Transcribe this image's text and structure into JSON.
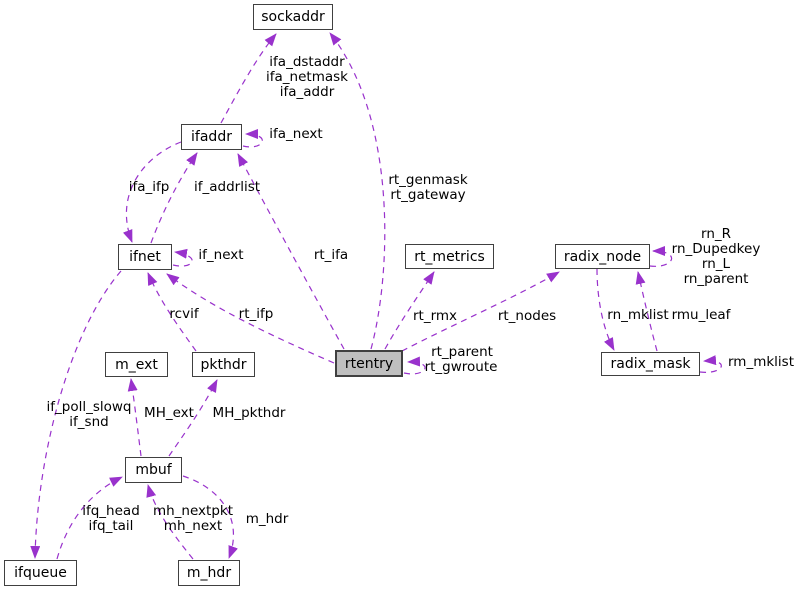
{
  "colors": {
    "edge_color": "#9932cc",
    "node_border": "#404040",
    "node_fill": "#ffffff",
    "highlight_fill": "#bfbfbf",
    "text_color": "#000000"
  },
  "nodes": {
    "sockaddr": {
      "label": "sockaddr"
    },
    "ifaddr": {
      "label": "ifaddr"
    },
    "ifnet": {
      "label": "ifnet"
    },
    "rt_metrics": {
      "label": "rt_metrics"
    },
    "radix_node": {
      "label": "radix_node"
    },
    "rtentry": {
      "label": "rtentry"
    },
    "radix_mask": {
      "label": "radix_mask"
    },
    "m_ext": {
      "label": "m_ext"
    },
    "pkthdr": {
      "label": "pkthdr"
    },
    "mbuf": {
      "label": "mbuf"
    },
    "ifqueue": {
      "label": "ifqueue"
    },
    "m_hdr": {
      "label": "m_hdr"
    }
  },
  "edge_labels": {
    "ifa_addrs": [
      "ifa_dstaddr",
      "ifa_netmask",
      "ifa_addr"
    ],
    "ifa_next": "ifa_next",
    "ifa_ifp": "ifa_ifp",
    "if_addrlist": "if_addrlist",
    "if_next": "if_next",
    "rt_gen_gateway": [
      "rt_genmask",
      "rt_gateway"
    ],
    "rt_ifa": "rt_ifa",
    "rn_links": [
      "rn_R",
      "rn_Dupedkey",
      "rn_L",
      "rn_parent"
    ],
    "rn_mklist": "rn_mklist",
    "rmu_leaf": "rmu_leaf",
    "rt_rmx": "rt_rmx",
    "rt_nodes": "rt_nodes",
    "rt_parent": "rt_parent",
    "rt_gwroute": "rt_gwroute",
    "rm_mklist": "rm_mklist",
    "rcvif": "rcvif",
    "rt_ifp": "rt_ifp",
    "MH_ext": "MH_ext",
    "MH_pkthdr": "MH_pkthdr",
    "if_queues": [
      "if_poll_slowq",
      "if_snd"
    ],
    "ifq_links": [
      "ifq_head",
      "ifq_tail"
    ],
    "mh_links": [
      "mh_nextpkt",
      "mh_next"
    ],
    "m_hdr_member": "m_hdr"
  }
}
